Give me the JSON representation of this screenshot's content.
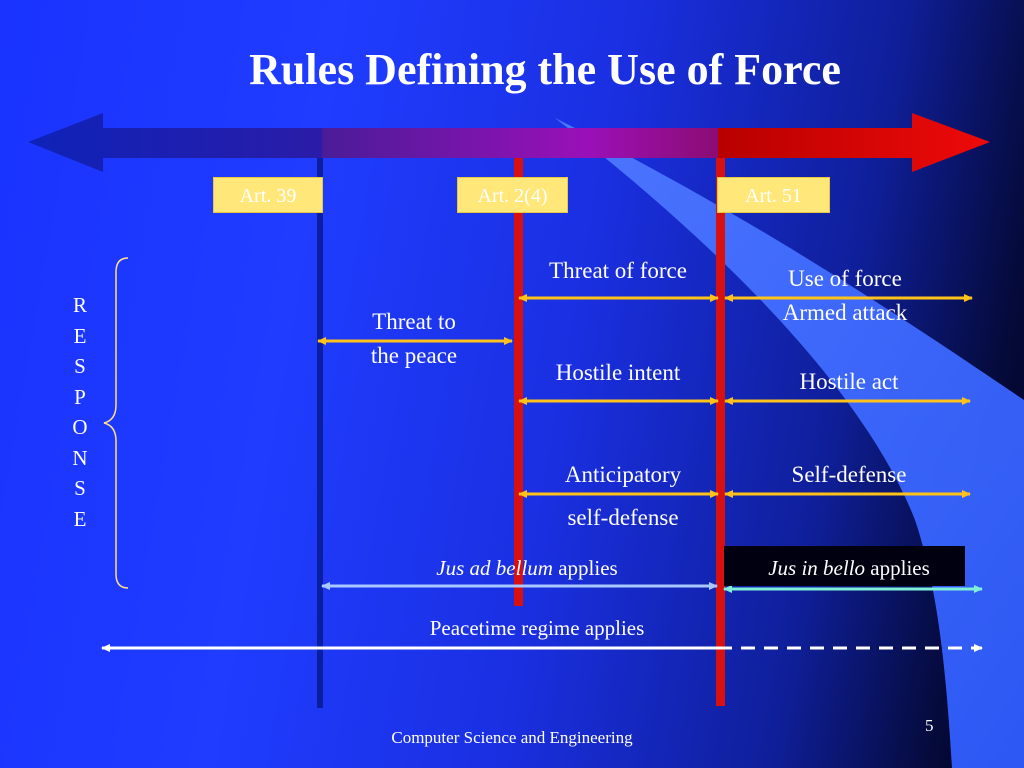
{
  "slide": {
    "title": "Rules Defining the Use of Force",
    "footer": "Computer Science and Engineering",
    "page_number": "5"
  },
  "articles": [
    "Art. 39",
    "Art. 2(4)",
    "Art. 51"
  ],
  "response_letters": [
    "R",
    "E",
    "S",
    "P",
    "O",
    "N",
    "S",
    "E"
  ],
  "labels": {
    "threat_to_peace_1": "Threat to",
    "threat_to_peace_2": "the peace",
    "threat_of_force": "Threat of force",
    "use_of_force": "Use of force",
    "armed_attack": "Armed attack",
    "hostile_intent": "Hostile intent",
    "hostile_act": "Hostile act",
    "anticipatory": "Anticipatory",
    "self_defense_2": "self-defense",
    "self_defense": "Self-defense",
    "jus_ad_bellum_italic": "Jus ad bellum",
    "jus_ad_bellum_rest": " applies",
    "jus_in_bello_italic": "Jus in bello",
    "jus_in_bello_rest": " applies",
    "peacetime": "Peacetime regime applies"
  },
  "colors": {
    "arrow_yellow": "#ffc21a",
    "arrow_light_blue": "#a8c8ff",
    "arrow_cyan": "#7ff0d8",
    "line_red": "#d81010",
    "label_box": "#ffe77a"
  }
}
